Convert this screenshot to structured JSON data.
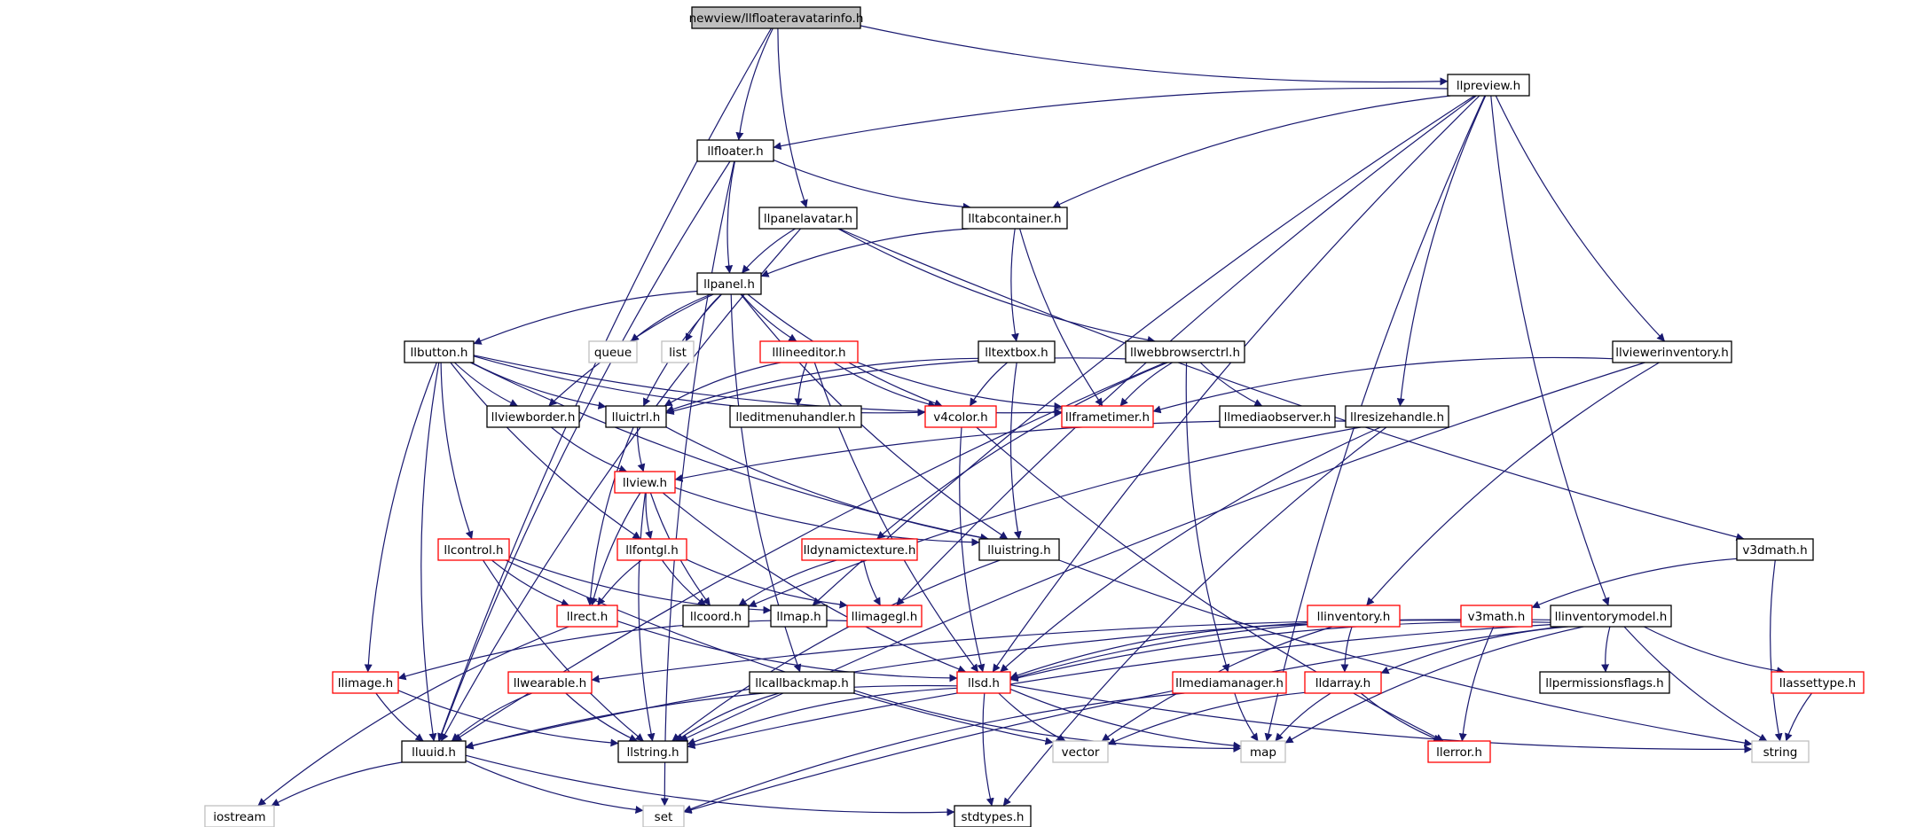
{
  "colors": {
    "edge": "#191970",
    "root_fill": "#bfbfbf",
    "plain_border": "#000000",
    "linked_border": "#ff0000",
    "external_border": "#bfbfbf",
    "background": "#ffffff"
  },
  "nodes": [
    {
      "id": "root",
      "label": "newview/llfloateravatarinfo.h",
      "kind": "root"
    },
    {
      "id": "llpreview",
      "label": "llpreview.h",
      "kind": "plain"
    },
    {
      "id": "llfloater",
      "label": "llfloater.h",
      "kind": "plain"
    },
    {
      "id": "llpanelavatar",
      "label": "llpanelavatar.h",
      "kind": "plain"
    },
    {
      "id": "lltabcontainer",
      "label": "lltabcontainer.h",
      "kind": "plain"
    },
    {
      "id": "llpanel",
      "label": "llpanel.h",
      "kind": "plain"
    },
    {
      "id": "llbutton",
      "label": "llbutton.h",
      "kind": "plain"
    },
    {
      "id": "queue",
      "label": "queue",
      "kind": "external"
    },
    {
      "id": "list",
      "label": "list",
      "kind": "external"
    },
    {
      "id": "lllineeditor",
      "label": "lllineeditor.h",
      "kind": "linked"
    },
    {
      "id": "lltextbox",
      "label": "lltextbox.h",
      "kind": "plain"
    },
    {
      "id": "llwebbrowserctrl",
      "label": "llwebbrowserctrl.h",
      "kind": "plain"
    },
    {
      "id": "llviewerinventory",
      "label": "llviewerinventory.h",
      "kind": "plain"
    },
    {
      "id": "llviewborder",
      "label": "llviewborder.h",
      "kind": "plain"
    },
    {
      "id": "lluictrl",
      "label": "lluictrl.h",
      "kind": "plain"
    },
    {
      "id": "lleditmenuhandler",
      "label": "lleditmenuhandler.h",
      "kind": "plain"
    },
    {
      "id": "v4color",
      "label": "v4color.h",
      "kind": "linked"
    },
    {
      "id": "llframetimer",
      "label": "llframetimer.h",
      "kind": "linked"
    },
    {
      "id": "llmediaobserver",
      "label": "llmediaobserver.h",
      "kind": "plain"
    },
    {
      "id": "llresizehandle",
      "label": "llresizehandle.h",
      "kind": "plain"
    },
    {
      "id": "llview",
      "label": "llview.h",
      "kind": "linked"
    },
    {
      "id": "llcontrol",
      "label": "llcontrol.h",
      "kind": "linked"
    },
    {
      "id": "llfontgl",
      "label": "llfontgl.h",
      "kind": "linked"
    },
    {
      "id": "lldynamictexture",
      "label": "lldynamictexture.h",
      "kind": "linked"
    },
    {
      "id": "lluistring",
      "label": "lluistring.h",
      "kind": "plain"
    },
    {
      "id": "v3dmath",
      "label": "v3dmath.h",
      "kind": "plain"
    },
    {
      "id": "llrect",
      "label": "llrect.h",
      "kind": "linked"
    },
    {
      "id": "llcoord",
      "label": "llcoord.h",
      "kind": "plain"
    },
    {
      "id": "llmap",
      "label": "llmap.h",
      "kind": "plain"
    },
    {
      "id": "llimagegl",
      "label": "llimagegl.h",
      "kind": "linked"
    },
    {
      "id": "llinventory",
      "label": "llinventory.h",
      "kind": "linked"
    },
    {
      "id": "v3math",
      "label": "v3math.h",
      "kind": "linked"
    },
    {
      "id": "llinventorymodel",
      "label": "llinventorymodel.h",
      "kind": "plain"
    },
    {
      "id": "llimage",
      "label": "llimage.h",
      "kind": "linked"
    },
    {
      "id": "llwearable",
      "label": "llwearable.h",
      "kind": "linked"
    },
    {
      "id": "llcallbackmap",
      "label": "llcallbackmap.h",
      "kind": "plain"
    },
    {
      "id": "llsd",
      "label": "llsd.h",
      "kind": "linked"
    },
    {
      "id": "llmediamanager",
      "label": "llmediamanager.h",
      "kind": "linked"
    },
    {
      "id": "lldarray",
      "label": "lldarray.h",
      "kind": "linked"
    },
    {
      "id": "llpermissionsflags",
      "label": "llpermissionsflags.h",
      "kind": "plain"
    },
    {
      "id": "llassettype",
      "label": "llassettype.h",
      "kind": "linked"
    },
    {
      "id": "lluuid",
      "label": "lluuid.h",
      "kind": "plain"
    },
    {
      "id": "llstring",
      "label": "llstring.h",
      "kind": "plain"
    },
    {
      "id": "vector",
      "label": "vector",
      "kind": "external"
    },
    {
      "id": "map",
      "label": "map",
      "kind": "external"
    },
    {
      "id": "llerror",
      "label": "llerror.h",
      "kind": "linked"
    },
    {
      "id": "string",
      "label": "string",
      "kind": "external"
    },
    {
      "id": "iostream",
      "label": "iostream",
      "kind": "external"
    },
    {
      "id": "set",
      "label": "set",
      "kind": "external"
    },
    {
      "id": "stdtypes",
      "label": "stdtypes.h",
      "kind": "plain"
    }
  ],
  "edges": [
    [
      "root",
      "llpreview"
    ],
    [
      "root",
      "llfloater"
    ],
    [
      "root",
      "llpanelavatar"
    ],
    [
      "root",
      "lluuid"
    ],
    [
      "llpreview",
      "llfloater"
    ],
    [
      "llpreview",
      "lltabcontainer"
    ],
    [
      "llpreview",
      "llresizehandle"
    ],
    [
      "llpreview",
      "llviewerinventory"
    ],
    [
      "llpreview",
      "llinventorymodel"
    ],
    [
      "llpreview",
      "llsd"
    ],
    [
      "llpreview",
      "llmap"
    ],
    [
      "llpreview",
      "map"
    ],
    [
      "llpreview",
      "llimagegl"
    ],
    [
      "llfloater",
      "llpanel"
    ],
    [
      "llfloater",
      "lltabcontainer"
    ],
    [
      "llfloater",
      "lluuid"
    ],
    [
      "llfloater",
      "set"
    ],
    [
      "llpanelavatar",
      "llpanel"
    ],
    [
      "llpanelavatar",
      "llwebbrowserctrl"
    ],
    [
      "llpanelavatar",
      "v3dmath"
    ],
    [
      "llpanelavatar",
      "lluuid"
    ],
    [
      "lltabcontainer",
      "llpanel"
    ],
    [
      "lltabcontainer",
      "lltextbox"
    ],
    [
      "lltabcontainer",
      "llframetimer"
    ],
    [
      "llpanel",
      "llbutton"
    ],
    [
      "llpanel",
      "queue"
    ],
    [
      "llpanel",
      "list"
    ],
    [
      "llpanel",
      "lllineeditor"
    ],
    [
      "llpanel",
      "lluictrl"
    ],
    [
      "llpanel",
      "v4color"
    ],
    [
      "llpanel",
      "llviewborder"
    ],
    [
      "llpanel",
      "lluistring"
    ],
    [
      "llpanel",
      "llcallbackmap"
    ],
    [
      "llbutton",
      "llviewborder"
    ],
    [
      "llbutton",
      "lluictrl"
    ],
    [
      "llbutton",
      "v4color"
    ],
    [
      "llbutton",
      "llframetimer"
    ],
    [
      "llbutton",
      "llcontrol"
    ],
    [
      "llbutton",
      "llfontgl"
    ],
    [
      "llbutton",
      "llimage"
    ],
    [
      "llbutton",
      "lluuid"
    ],
    [
      "llbutton",
      "lluistring"
    ],
    [
      "lllineeditor",
      "lluictrl"
    ],
    [
      "lllineeditor",
      "lleditmenuhandler"
    ],
    [
      "lllineeditor",
      "v4color"
    ],
    [
      "lllineeditor",
      "llframetimer"
    ],
    [
      "lllineeditor",
      "llsd"
    ],
    [
      "lltextbox",
      "lluictrl"
    ],
    [
      "lltextbox",
      "v4color"
    ],
    [
      "lltextbox",
      "lluistring"
    ],
    [
      "llwebbrowserctrl",
      "lluictrl"
    ],
    [
      "llwebbrowserctrl",
      "llframetimer"
    ],
    [
      "llwebbrowserctrl",
      "llmediaobserver"
    ],
    [
      "llwebbrowserctrl",
      "lldynamictexture"
    ],
    [
      "llwebbrowserctrl",
      "llmediamanager"
    ],
    [
      "llwebbrowserctrl",
      "lluuid"
    ],
    [
      "llviewerinventory",
      "llframetimer"
    ],
    [
      "llviewerinventory",
      "llinventory"
    ],
    [
      "llviewerinventory",
      "llstring"
    ],
    [
      "llviewborder",
      "llview"
    ],
    [
      "lluictrl",
      "llview"
    ],
    [
      "lluictrl",
      "llrect"
    ],
    [
      "lluictrl",
      "lluistring"
    ],
    [
      "v4color",
      "llerror"
    ],
    [
      "v4color",
      "llsd"
    ],
    [
      "llresizehandle",
      "llview"
    ],
    [
      "llresizehandle",
      "llcoord"
    ],
    [
      "llresizehandle",
      "llsd"
    ],
    [
      "llresizehandle",
      "stdtypes"
    ],
    [
      "llview",
      "llfontgl"
    ],
    [
      "llview",
      "llrect"
    ],
    [
      "llview",
      "llcoord"
    ],
    [
      "llview",
      "lluistring"
    ],
    [
      "llview",
      "llsd"
    ],
    [
      "llview",
      "llstring"
    ],
    [
      "llcontrol",
      "llrect"
    ],
    [
      "llcontrol",
      "llmap"
    ],
    [
      "llcontrol",
      "llstring"
    ],
    [
      "llcontrol",
      "vector"
    ],
    [
      "llfontgl",
      "llrect"
    ],
    [
      "llfontgl",
      "llcoord"
    ],
    [
      "llfontgl",
      "llimagegl"
    ],
    [
      "lldynamictexture",
      "llcoord"
    ],
    [
      "lldynamictexture",
      "llimagegl"
    ],
    [
      "lluistring",
      "llstring"
    ],
    [
      "lluistring",
      "string"
    ],
    [
      "v3dmath",
      "v3math"
    ],
    [
      "v3dmath",
      "string"
    ],
    [
      "llrect",
      "llsd"
    ],
    [
      "llrect",
      "iostream"
    ],
    [
      "llimagegl",
      "llimage"
    ],
    [
      "llinventory",
      "lldarray"
    ],
    [
      "llinventory",
      "llsd"
    ],
    [
      "llinventory",
      "lluuid"
    ],
    [
      "llinventory",
      "vector"
    ],
    [
      "v3math",
      "llerror"
    ],
    [
      "v3math",
      "llsd"
    ],
    [
      "llinventorymodel",
      "llpermissionsflags"
    ],
    [
      "llinventorymodel",
      "llassettype"
    ],
    [
      "llinventorymodel",
      "lldarray"
    ],
    [
      "llinventorymodel",
      "llsd"
    ],
    [
      "llinventorymodel",
      "llwearable"
    ],
    [
      "llinventorymodel",
      "map"
    ],
    [
      "llinventorymodel",
      "string"
    ],
    [
      "llinventorymodel",
      "set"
    ],
    [
      "llinventorymodel",
      "llstring"
    ],
    [
      "llimage",
      "lluuid"
    ],
    [
      "llimage",
      "llstring"
    ],
    [
      "llwearable",
      "lluuid"
    ],
    [
      "llwearable",
      "llstring"
    ],
    [
      "llcallbackmap",
      "llstring"
    ],
    [
      "llcallbackmap",
      "map"
    ],
    [
      "llsd",
      "stdtypes"
    ],
    [
      "llsd",
      "map"
    ],
    [
      "llsd",
      "vector"
    ],
    [
      "llsd",
      "string"
    ],
    [
      "llsd",
      "llstring"
    ],
    [
      "llsd",
      "lluuid"
    ],
    [
      "llmediamanager",
      "map"
    ],
    [
      "llmediamanager",
      "set"
    ],
    [
      "lldarray",
      "llerror"
    ],
    [
      "lldarray",
      "vector"
    ],
    [
      "lldarray",
      "map"
    ],
    [
      "llassettype",
      "string"
    ],
    [
      "lluuid",
      "iostream"
    ],
    [
      "lluuid",
      "set"
    ],
    [
      "lluuid",
      "stdtypes"
    ]
  ]
}
